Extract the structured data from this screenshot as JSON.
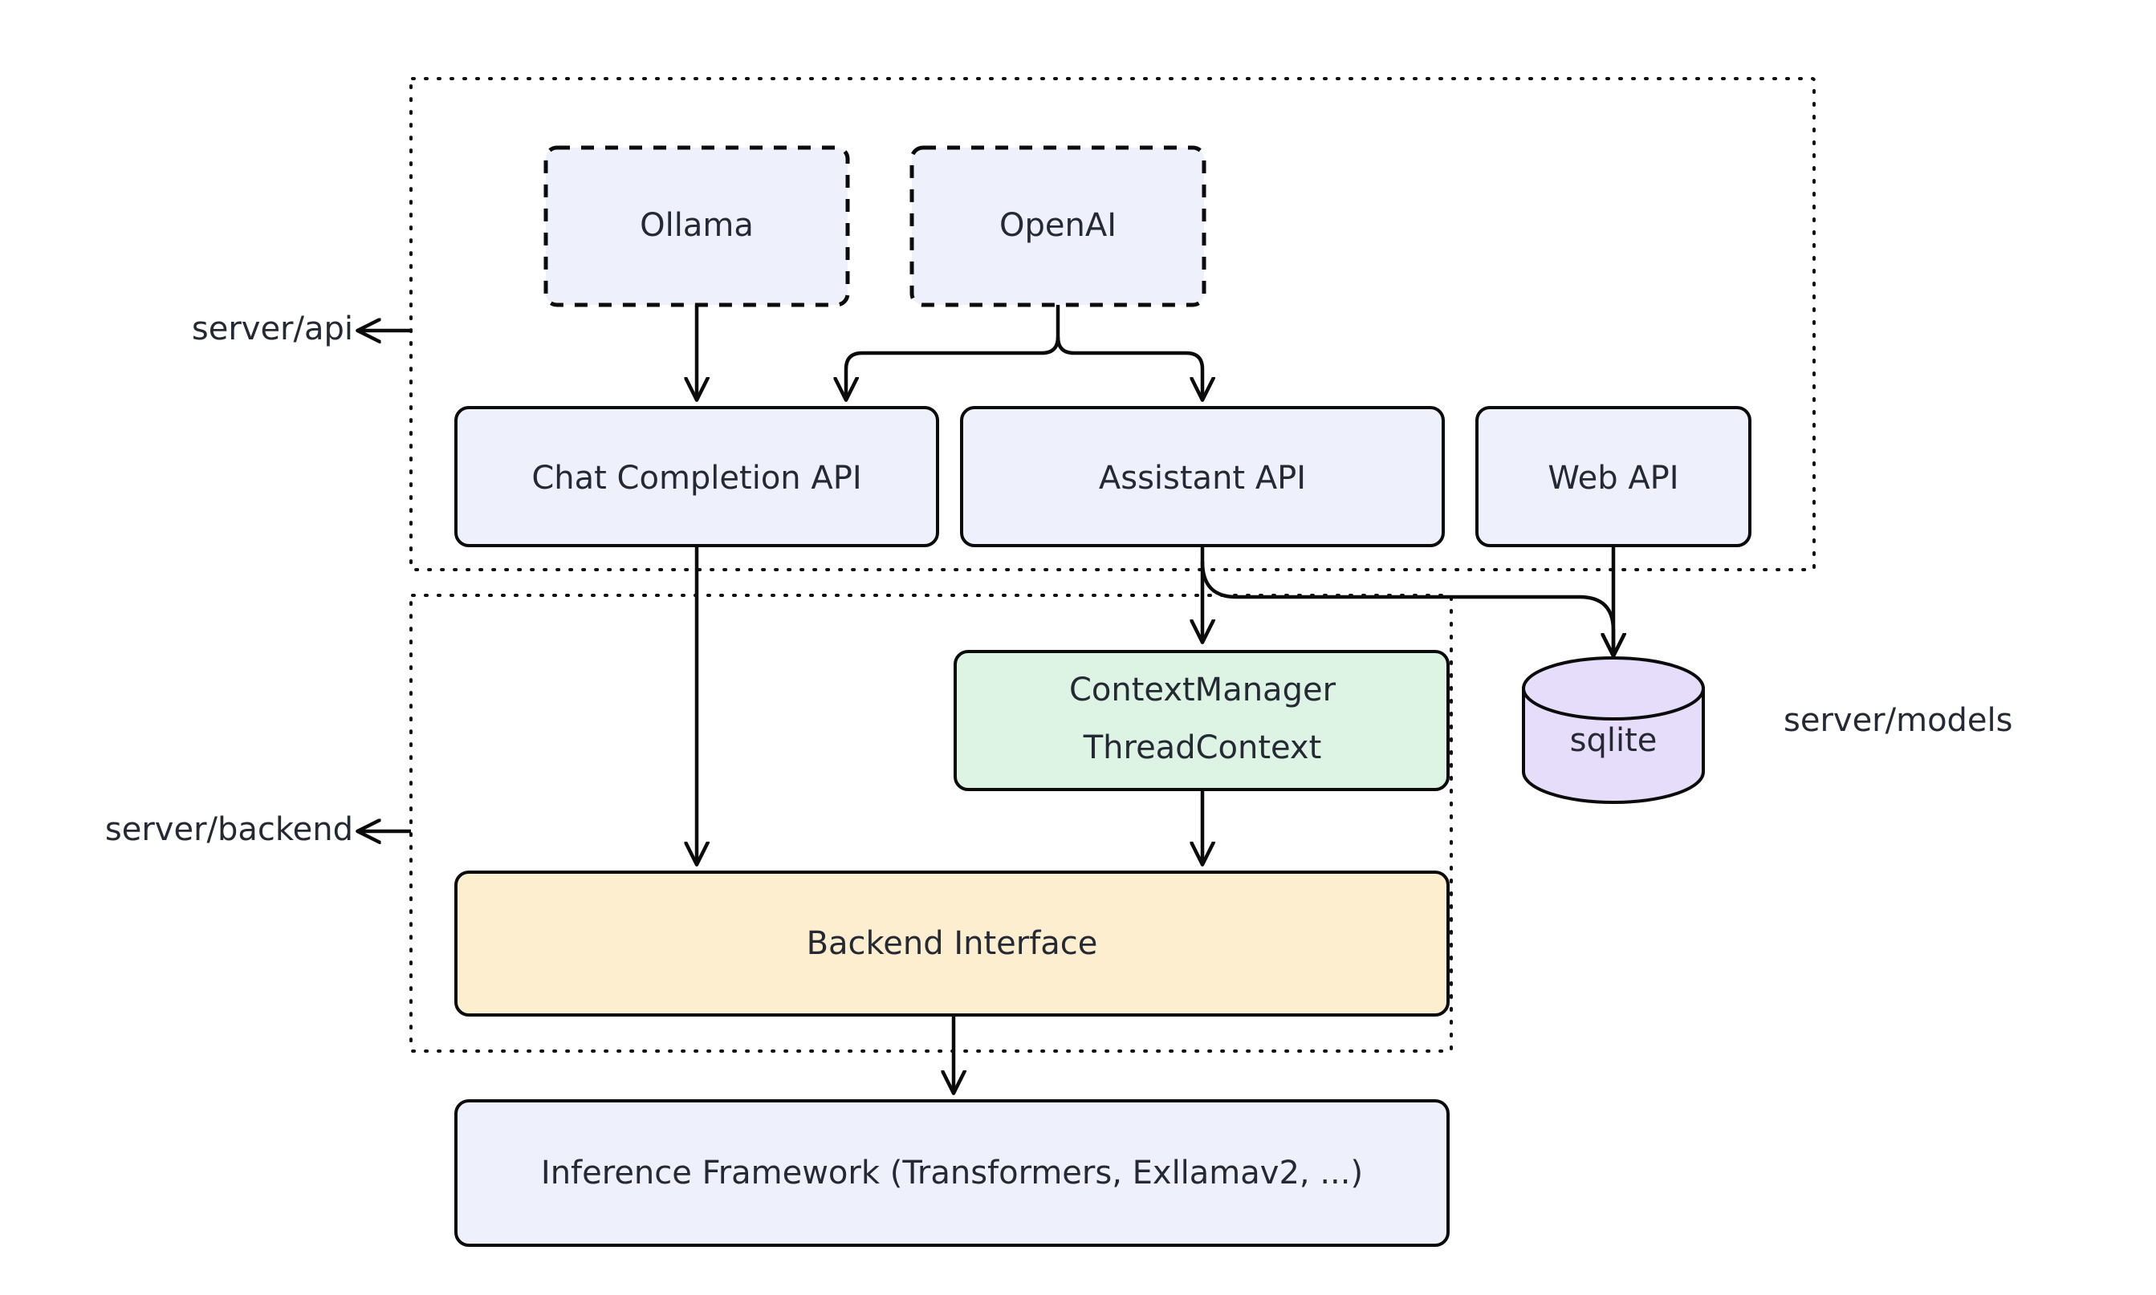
{
  "diagram": {
    "title": "server architecture diagram",
    "background_color": "#ffffff",
    "colors": {
      "blue_fill": "#eef1fb",
      "green_fill": "#ddf3e4",
      "yellow_fill": "#fceecf",
      "purple_fill": "#e6ddfa",
      "stroke": "#0b0b0b",
      "text": "#242933"
    },
    "groups": [
      {
        "id": "server-api",
        "label": "server/api",
        "style": "dotted-container",
        "members": [
          "ollama",
          "openai",
          "chat-completion-api",
          "assistant-api",
          "web-api"
        ]
      },
      {
        "id": "server-backend",
        "label": "server/backend",
        "style": "dotted-container",
        "members": [
          "context-manager",
          "backend-interface"
        ]
      },
      {
        "id": "server-models",
        "label": "server/models",
        "style": "free-label",
        "members": [
          "sqlite"
        ]
      }
    ],
    "nodes": [
      {
        "id": "ollama",
        "label": "Ollama",
        "shape": "rounded-rect",
        "border": "dashed",
        "fill": "#eef1fb"
      },
      {
        "id": "openai",
        "label": "OpenAI",
        "shape": "rounded-rect",
        "border": "dashed",
        "fill": "#eef1fb"
      },
      {
        "id": "chat-completion-api",
        "label": "Chat Completion API",
        "shape": "rounded-rect",
        "border": "solid",
        "fill": "#eef1fb"
      },
      {
        "id": "assistant-api",
        "label": "Assistant API",
        "shape": "rounded-rect",
        "border": "solid",
        "fill": "#eef1fb"
      },
      {
        "id": "web-api",
        "label": "Web API",
        "shape": "rounded-rect",
        "border": "solid",
        "fill": "#eef1fb"
      },
      {
        "id": "context-manager",
        "label_line1": "ContextManager",
        "label_line2": "ThreadContext",
        "shape": "rounded-rect",
        "border": "solid",
        "fill": "#ddf3e4"
      },
      {
        "id": "sqlite",
        "label": "sqlite",
        "shape": "cylinder",
        "border": "solid",
        "fill": "#e6ddfa"
      },
      {
        "id": "backend-interface",
        "label": "Backend Interface",
        "shape": "rounded-rect",
        "border": "solid",
        "fill": "#fceecf"
      },
      {
        "id": "inference-framework",
        "label": "Inference Framework (Transformers, Exllamav2, ...)",
        "shape": "rounded-rect",
        "border": "solid",
        "fill": "#eef1fb"
      }
    ],
    "edges": [
      {
        "from": "ollama",
        "to": "chat-completion-api",
        "arrow": "end"
      },
      {
        "from": "openai",
        "to": "chat-completion-api",
        "arrow": "end"
      },
      {
        "from": "openai",
        "to": "assistant-api",
        "arrow": "end"
      },
      {
        "from": "chat-completion-api",
        "to": "backend-interface",
        "arrow": "end"
      },
      {
        "from": "assistant-api",
        "to": "context-manager",
        "arrow": "end"
      },
      {
        "from": "assistant-api",
        "to": "sqlite",
        "arrow": "end"
      },
      {
        "from": "web-api",
        "to": "sqlite",
        "arrow": "end"
      },
      {
        "from": "context-manager",
        "to": "backend-interface",
        "arrow": "end"
      },
      {
        "from": "backend-interface",
        "to": "inference-framework",
        "arrow": "end"
      }
    ],
    "pointers": [
      {
        "id": "pointer-server-api",
        "label": "server/api",
        "direction": "left"
      },
      {
        "id": "pointer-server-backend",
        "label": "server/backend",
        "direction": "left"
      }
    ]
  }
}
